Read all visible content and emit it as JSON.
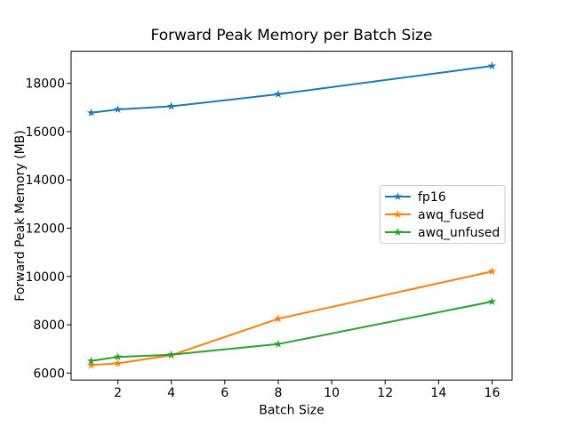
{
  "chart_data": {
    "type": "line",
    "title": "Forward Peak Memory per Batch Size",
    "xlabel": "Batch Size",
    "ylabel": "Forward Peak Memory (MB)",
    "x": [
      1,
      2,
      4,
      8,
      16
    ],
    "series": [
      {
        "name": "fp16",
        "color": "#1f77b4",
        "marker": "star",
        "values": [
          16780,
          16920,
          17050,
          17550,
          18720
        ]
      },
      {
        "name": "awq_fused",
        "color": "#ff7f0e",
        "marker": "star",
        "values": [
          6330,
          6400,
          6740,
          8250,
          10210
        ]
      },
      {
        "name": "awq_unfused",
        "color": "#2ca02c",
        "marker": "star",
        "values": [
          6500,
          6670,
          6760,
          7200,
          8960
        ]
      }
    ],
    "xticks": [
      2,
      4,
      6,
      8,
      10,
      12,
      14,
      16
    ],
    "yticks": [
      6000,
      8000,
      10000,
      12000,
      14000,
      16000,
      18000
    ],
    "xlim": [
      0.25,
      16.75
    ],
    "ylim": [
      5711,
      19329
    ],
    "grid": false,
    "legend_position": "center right",
    "background": "#ffffff",
    "spine_color": "#000000",
    "legend_border_color": "#cccccc"
  }
}
